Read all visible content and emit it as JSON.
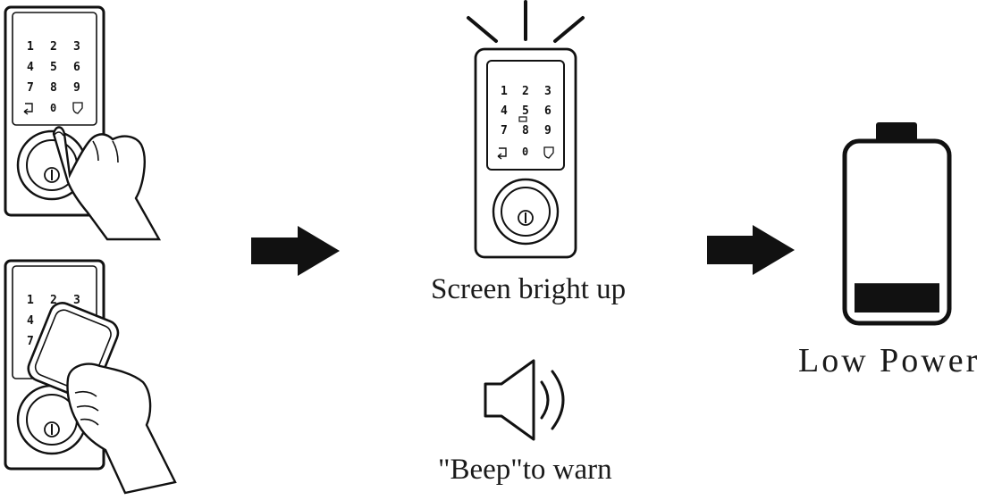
{
  "keypad_keys": [
    "1",
    "2",
    "3",
    "4",
    "5",
    "6",
    "7",
    "8",
    "9",
    "0"
  ],
  "labels": {
    "screen": "Screen bright up",
    "beep": "\"Beep\"to warn",
    "low_power": "Low Power"
  },
  "icons": {
    "lock_touch": "lock-keypad-touch-icon",
    "lock_card": "lock-keypad-card-icon",
    "lock_lit": "lock-keypad-lit-icon",
    "speaker": "speaker-icon",
    "battery": "battery-low-icon",
    "arrow": "right-arrow-icon"
  },
  "battery_level": 0.18,
  "colors": {
    "ink": "#111111",
    "background": "#ffffff"
  }
}
